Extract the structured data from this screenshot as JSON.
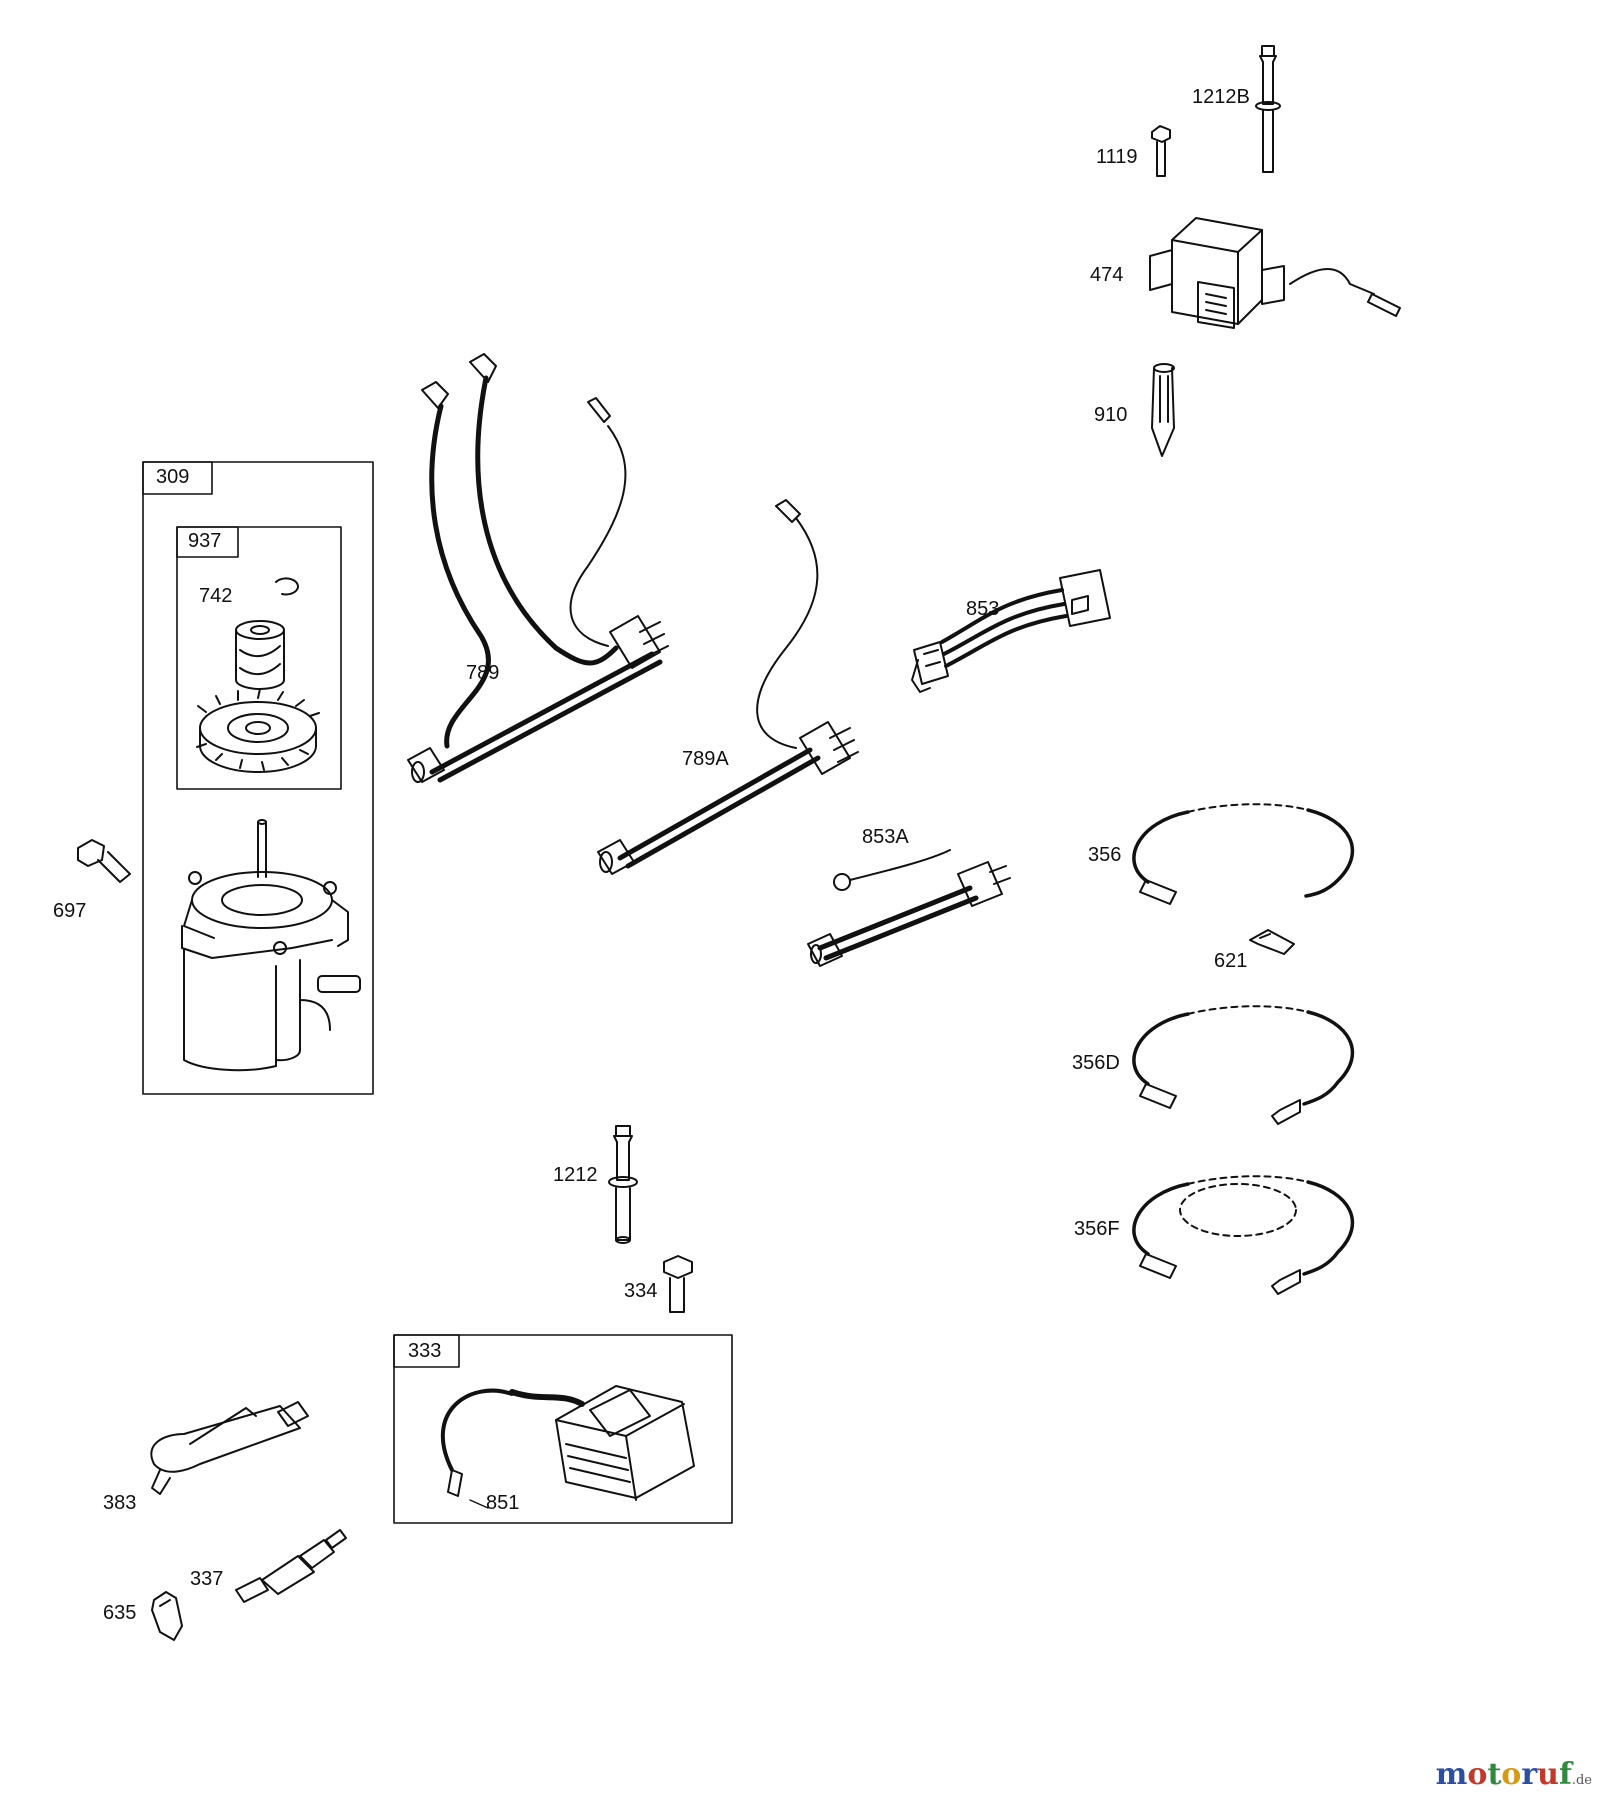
{
  "parts": {
    "p1212B": "1212B",
    "p1119": "1119",
    "p474": "474",
    "p910": "910",
    "p309": "309",
    "p937": "937",
    "p742": "742",
    "p789": "789",
    "p853": "853",
    "p789A": "789A",
    "p697": "697",
    "p853A": "853A",
    "p356": "356",
    "p621": "621",
    "p356D": "356D",
    "p356F": "356F",
    "p1212": "1212",
    "p334": "334",
    "p333": "333",
    "p851": "851",
    "p383": "383",
    "p337": "337",
    "p635": "635"
  },
  "watermark": {
    "brand": "motoruf",
    "tld": ".de",
    "colors": [
      "#2c4fa3",
      "#c0392b",
      "#2e8b3d",
      "#d69a12"
    ]
  }
}
